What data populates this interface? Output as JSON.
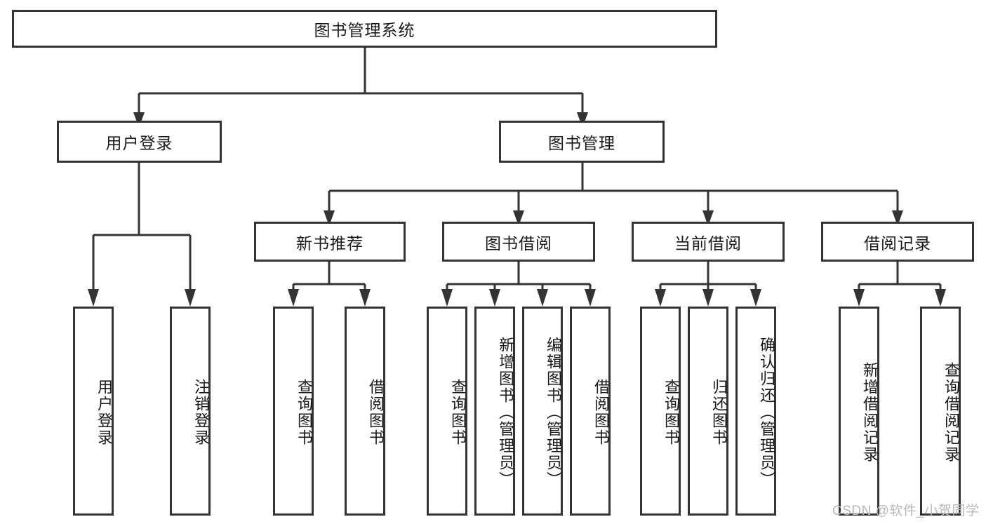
{
  "diagram": {
    "type": "tree-hierarchy",
    "title": "图书管理系统",
    "root": {
      "label": "图书管理系统",
      "children": [
        {
          "label": "用户登录",
          "children": [
            {
              "label": "用户登录"
            },
            {
              "label": "注销登录"
            }
          ]
        },
        {
          "label": "图书管理",
          "children": [
            {
              "label": "新书推荐",
              "children": [
                {
                  "label": "查询图书"
                },
                {
                  "label": "借阅图书"
                }
              ]
            },
            {
              "label": "图书借阅",
              "children": [
                {
                  "label": "查询图书"
                },
                {
                  "label": "新增图书（管理员）"
                },
                {
                  "label": "编辑图书（管理员）"
                },
                {
                  "label": "借阅图书"
                }
              ]
            },
            {
              "label": "当前借阅",
              "children": [
                {
                  "label": "查询图书"
                },
                {
                  "label": "归还图书"
                },
                {
                  "label": "确认归还（管理员）"
                }
              ]
            },
            {
              "label": "借阅记录",
              "children": [
                {
                  "label": "新增借阅记录"
                },
                {
                  "label": "查询借阅记录"
                }
              ]
            }
          ]
        }
      ]
    },
    "nodes": {
      "root": "图书管理系统",
      "l2_user_login": "用户登录",
      "l2_book_mgmt": "图书管理",
      "l3_new_book_rec": "新书推荐",
      "l3_book_borrow": "图书借阅",
      "l3_current_borrow": "当前借阅",
      "l3_borrow_record": "借阅记录",
      "leaf_user_login": "用户登录",
      "leaf_logout": "注销登录",
      "leaf_query_book_a": "查询图书",
      "leaf_borrow_book_a": "借阅图书",
      "leaf_query_book_b": "查询图书",
      "leaf_add_book": "新增图书（管理员）",
      "leaf_edit_book": "编辑图书（管理员）",
      "leaf_borrow_book_b": "借阅图书",
      "leaf_query_book_c": "查询图书",
      "leaf_return_book": "归还图书",
      "leaf_confirm_return": "确认归还（管理员）",
      "leaf_add_record": "新增借阅记录",
      "leaf_query_record": "查询借阅记录"
    },
    "colors": {
      "border": "#333333",
      "background": "#ffffff",
      "text": "#1a1a1a",
      "connector": "#333333",
      "watermark": "#b8b8b8"
    }
  },
  "watermark": {
    "text": "CSDN @软件_小贺同学"
  }
}
